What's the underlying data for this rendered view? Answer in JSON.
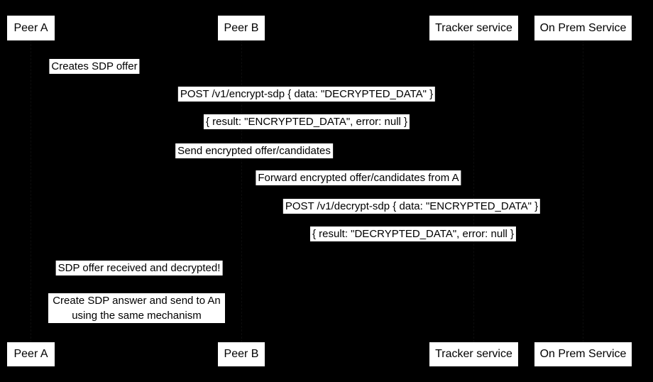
{
  "colors": {
    "background": "#000000",
    "box_fill": "#ffffff",
    "box_text": "#000000"
  },
  "actors": [
    {
      "label": "Peer A"
    },
    {
      "label": "Peer B"
    },
    {
      "label": "Tracker service"
    },
    {
      "label": "On Prem Service"
    }
  ],
  "messages": [
    {
      "label": "Creates SDP offer"
    },
    {
      "label": "POST /v1/encrypt-sdp { data: \"DECRYPTED_DATA\" }"
    },
    {
      "label": "{ result: \"ENCRYPTED_DATA\", error: null }"
    },
    {
      "label": "Send encrypted offer/candidates"
    },
    {
      "label": "Forward encrypted offer/candidates from A"
    },
    {
      "label": "POST /v1/decrypt-sdp { data: \"ENCRYPTED_DATA\" }"
    },
    {
      "label": "{ result: \"DECRYPTED_DATA\", error: null }"
    },
    {
      "label": "SDP offer received and decrypted!"
    }
  ],
  "note": {
    "line1": "Create SDP answer and send to An",
    "line2": "using the same mechanism"
  }
}
